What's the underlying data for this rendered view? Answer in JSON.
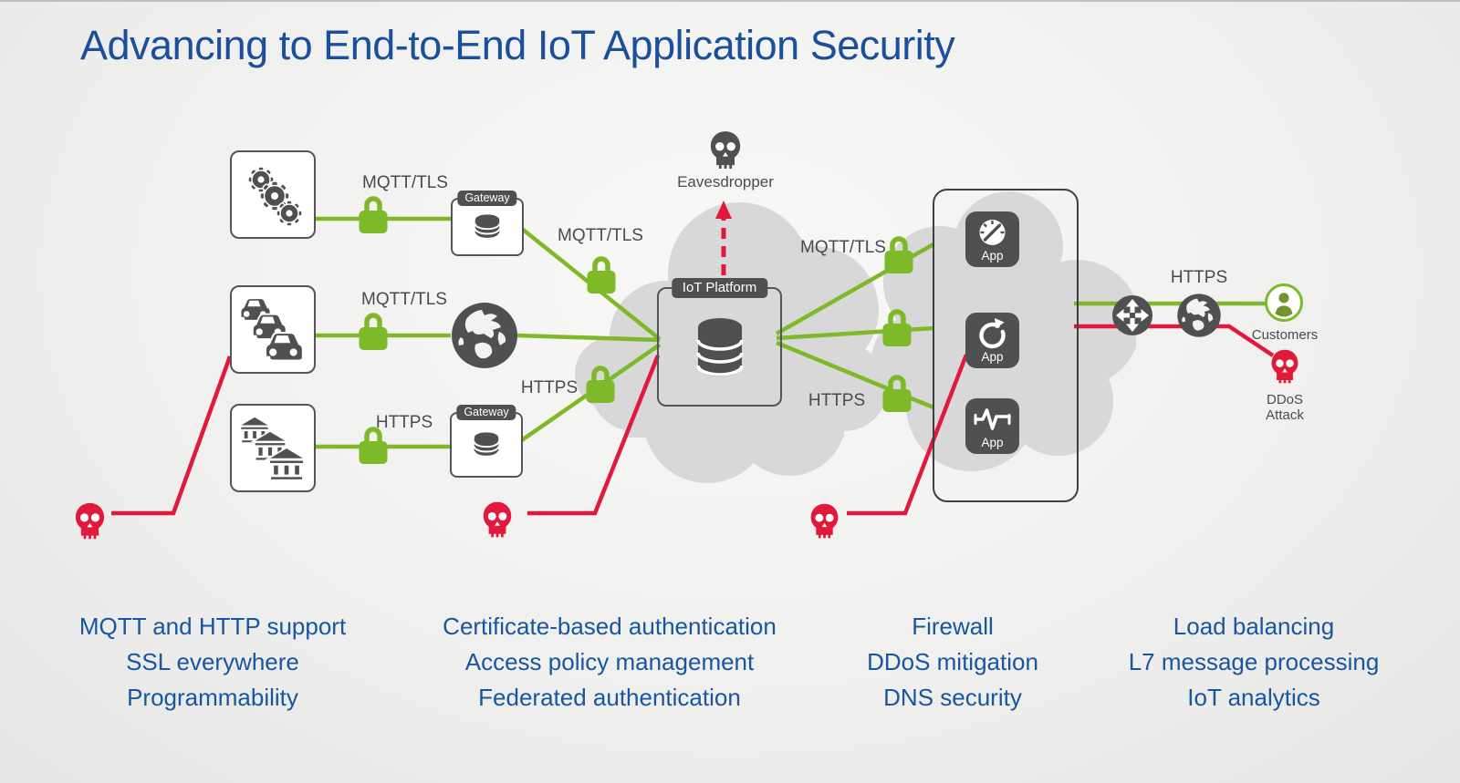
{
  "page": {
    "title": "Advancing to End-to-End IoT Application Security"
  },
  "colors": {
    "accent_green": "#7db928",
    "accent_red": "#e11a3c",
    "dark_gray": "#4f5052",
    "cloud_gray": "#d8d8d8",
    "title_blue": "#1c4f9b",
    "feature_blue": "#1a55a2"
  },
  "icons": [
    "gears-icon",
    "cars-icon",
    "buildings-icon",
    "padlock-icon",
    "database-icon",
    "globe-icon",
    "skull-icon",
    "load-balancer-icon",
    "person-icon",
    "gauge-icon",
    "refresh-icon",
    "pulse-icon"
  ],
  "diagram": {
    "labels": {
      "left_row1": "MQTT/TLS",
      "left_row2": "MQTT/TLS",
      "left_row3": "HTTPS",
      "mid_top": "MQTT/TLS",
      "mid_bottom": "HTTPS",
      "right_top": "MQTT/TLS",
      "right_bottom": "HTTPS",
      "egress": "HTTPS"
    },
    "gateway_top_label": "Gateway",
    "gateway_bottom_label": "Gateway",
    "iot_platform_label": "IoT Platform",
    "eavesdropper_label": "Eavesdropper",
    "app_labels": [
      "App",
      "App",
      "App"
    ],
    "customers_label": "Customers",
    "ddos_label_line1": "DDoS",
    "ddos_label_line2": "Attack"
  },
  "features": {
    "columns": [
      {
        "lines": [
          "MQTT and HTTP support",
          "SSL everywhere",
          "Programmability"
        ]
      },
      {
        "lines": [
          "Certificate-based authentication",
          "Access policy management",
          "Federated authentication"
        ]
      },
      {
        "lines": [
          "Firewall",
          "DDoS mitigation",
          "DNS security"
        ]
      },
      {
        "lines": [
          "Load balancing",
          "L7 message processing",
          "IoT analytics"
        ]
      }
    ]
  }
}
